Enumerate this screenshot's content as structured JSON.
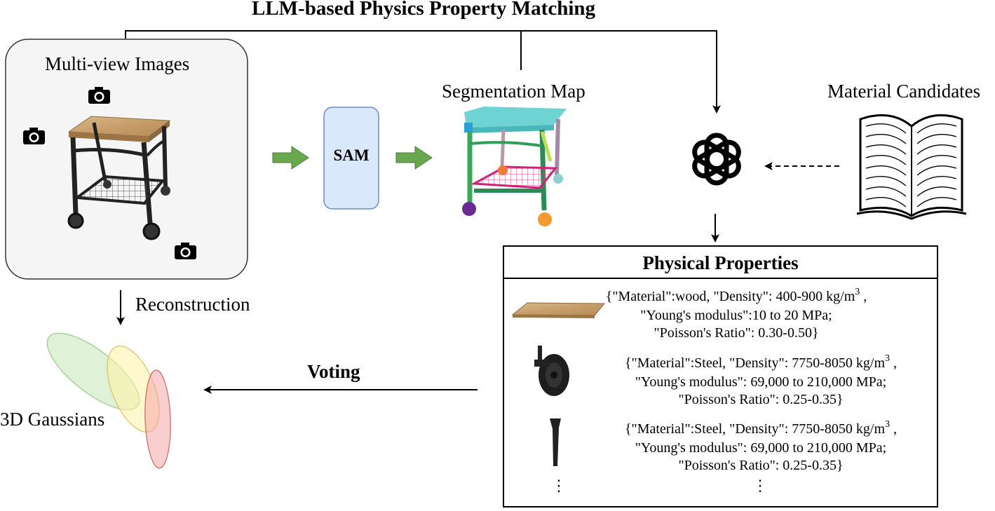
{
  "title": "LLM-based Physics Property Matching",
  "multiview": {
    "title": "Multi-view Images"
  },
  "sam": {
    "label": "SAM"
  },
  "segmentation": {
    "title": "Segmentation Map"
  },
  "materials": {
    "title": "Material Candidates"
  },
  "reconstruction": {
    "label": "Reconstruction"
  },
  "gaussians": {
    "label": "3D Gaussians"
  },
  "voting": {
    "label": "Voting"
  },
  "physical_properties": {
    "title": "Physical Properties",
    "items": [
      {
        "line1": "{\"Material\":wood,  \"Density\": 400-900 kg/m",
        "sup": "3",
        "line1_end": " ,",
        "line2": "\"Young's modulus\":10 to 20 MPa;",
        "line3": "\"Poisson's Ratio\": 0.30-0.50}"
      },
      {
        "line1": "{\"Material\":Steel,  \"Density\": 7750-8050 kg/m",
        "sup": "3",
        "line1_end": " ,",
        "line2": "\"Young's modulus\": 69,000 to 210,000 MPa;",
        "line3": "\"Poisson's Ratio\": 0.25-0.35}"
      },
      {
        "line1": "{\"Material\":Steel,  \"Density\": 7750-8050 kg/m",
        "sup": "3",
        "line1_end": " ,",
        "line2": "\"Young's modulus\": 69,000 to 210,000 MPa;",
        "line3": "\"Poisson's Ratio\": 0.25-0.35}"
      }
    ],
    "ellipsis": "⋮"
  },
  "colors": {
    "arrow_green": "#6aa84f",
    "sam_fill": "#dae8fc",
    "sam_stroke": "#6c8ebf",
    "panel_fill": "#f5f5f5",
    "gauss_green": "#b9e0a5",
    "gauss_yellow": "#fff2a8",
    "gauss_red": "#f4a6a6"
  },
  "icons": [
    "camera-icon",
    "openai-logo-icon",
    "open-book-icon",
    "right-arrow-icon",
    "down-arrow-icon",
    "left-arrow-icon"
  ]
}
